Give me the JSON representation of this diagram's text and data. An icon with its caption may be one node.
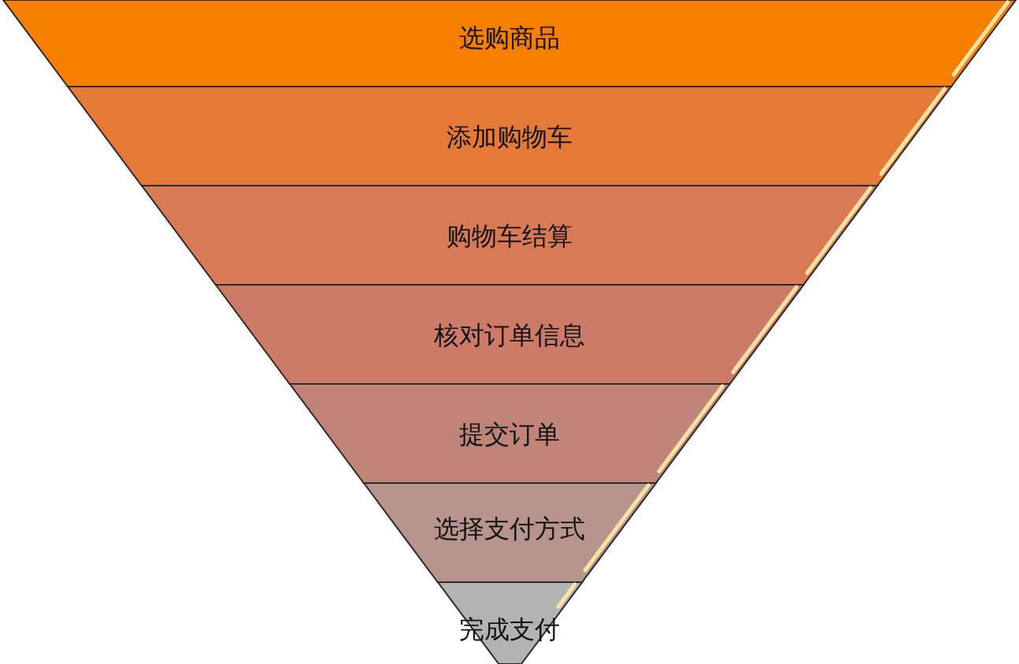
{
  "diagram": {
    "nodes": [
      {
        "text": [
          "选购商品"
        ]
      },
      {
        "text": [
          "添加购物车"
        ]
      },
      {
        "text": [
          "购物车结算"
        ]
      },
      {
        "text": [
          "核对订单信息"
        ]
      },
      {
        "text": [
          "提交订单"
        ]
      },
      {
        "text": [
          "选择支付方式"
        ]
      },
      {
        "text": [
          "完成支付"
        ]
      }
    ]
  }
}
